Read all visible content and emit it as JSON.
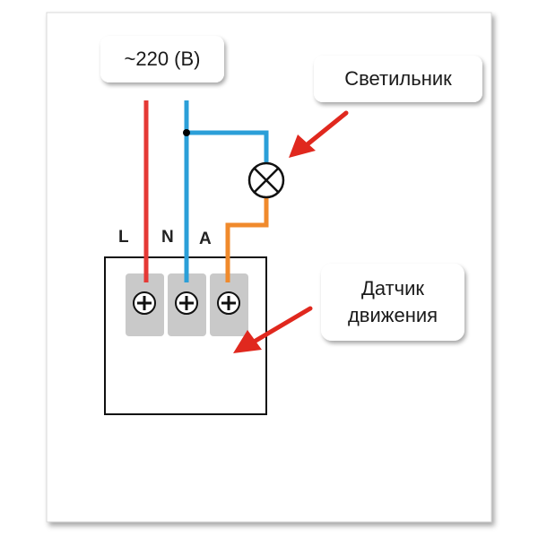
{
  "supply_label": "~220 (В)",
  "lamp_label": "Светильник",
  "sensor_label": {
    "line1": "Датчик",
    "line2": "движения"
  },
  "terminals": {
    "l": "L",
    "n": "N",
    "a": "A"
  },
  "colors": {
    "phase_wire": "#e53935",
    "neutral_wire": "#2b9fd8",
    "switched_wire": "#f08a2c",
    "arrow": "#e0281e",
    "terminal_block": "#c9c9c9"
  }
}
